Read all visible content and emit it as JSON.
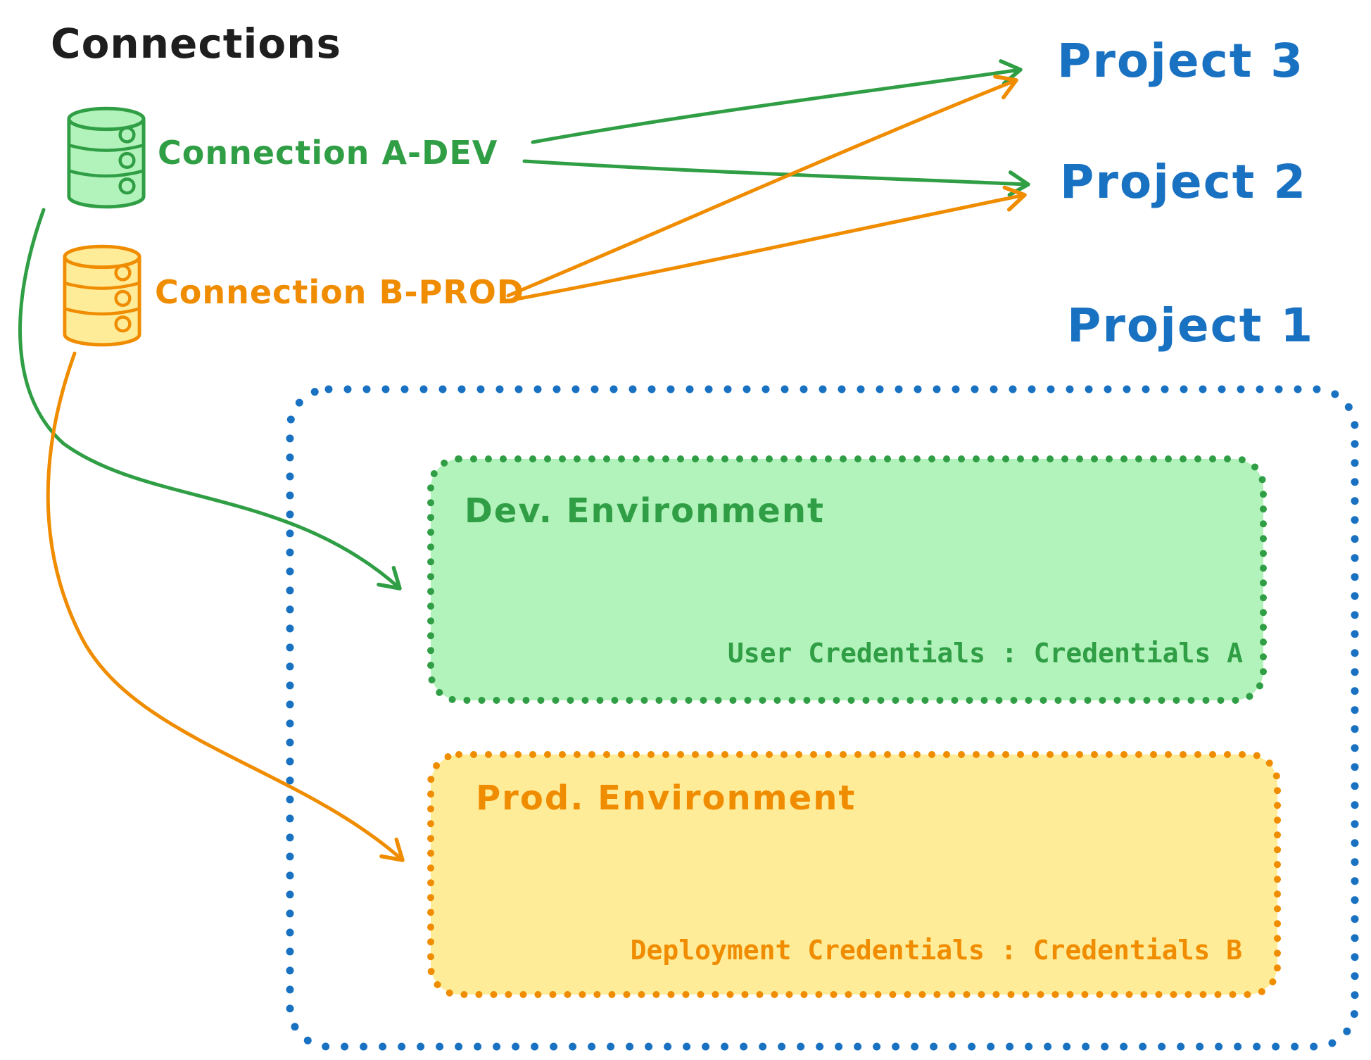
{
  "title": "Connections",
  "colors": {
    "green": "#2f9e44",
    "green_fill": "#b2f2bb",
    "orange": "#f08c00",
    "orange_fill": "#ffec99",
    "blue": "#1971c2",
    "ink": "#1e1e1e"
  },
  "connections": [
    {
      "label": "Connection A-DEV",
      "color": "green",
      "icon": "database-icon"
    },
    {
      "label": "Connection B-PROD",
      "color": "orange",
      "icon": "database-icon"
    }
  ],
  "projects": [
    {
      "label": "Project 3"
    },
    {
      "label": "Project 2"
    },
    {
      "label": "Project 1"
    }
  ],
  "project1_detail": {
    "environments": [
      {
        "name": "Dev. Environment",
        "credentials": "User Credentials : Credentials A",
        "color": "green"
      },
      {
        "name": "Prod. Environment",
        "credentials": "Deployment Credentials : Credentials B",
        "color": "orange"
      }
    ]
  },
  "edges": [
    {
      "from": "Connection A-DEV",
      "to": "Project 3",
      "color": "green",
      "style": "straight"
    },
    {
      "from": "Connection A-DEV",
      "to": "Project 2",
      "color": "green",
      "style": "straight"
    },
    {
      "from": "Connection B-PROD",
      "to": "Project 3",
      "color": "orange",
      "style": "straight"
    },
    {
      "from": "Connection B-PROD",
      "to": "Project 2",
      "color": "orange",
      "style": "straight"
    },
    {
      "from": "Connection A-DEV",
      "to": "Dev. Environment",
      "color": "green",
      "style": "curved"
    },
    {
      "from": "Connection B-PROD",
      "to": "Prod. Environment",
      "color": "orange",
      "style": "curved"
    }
  ]
}
